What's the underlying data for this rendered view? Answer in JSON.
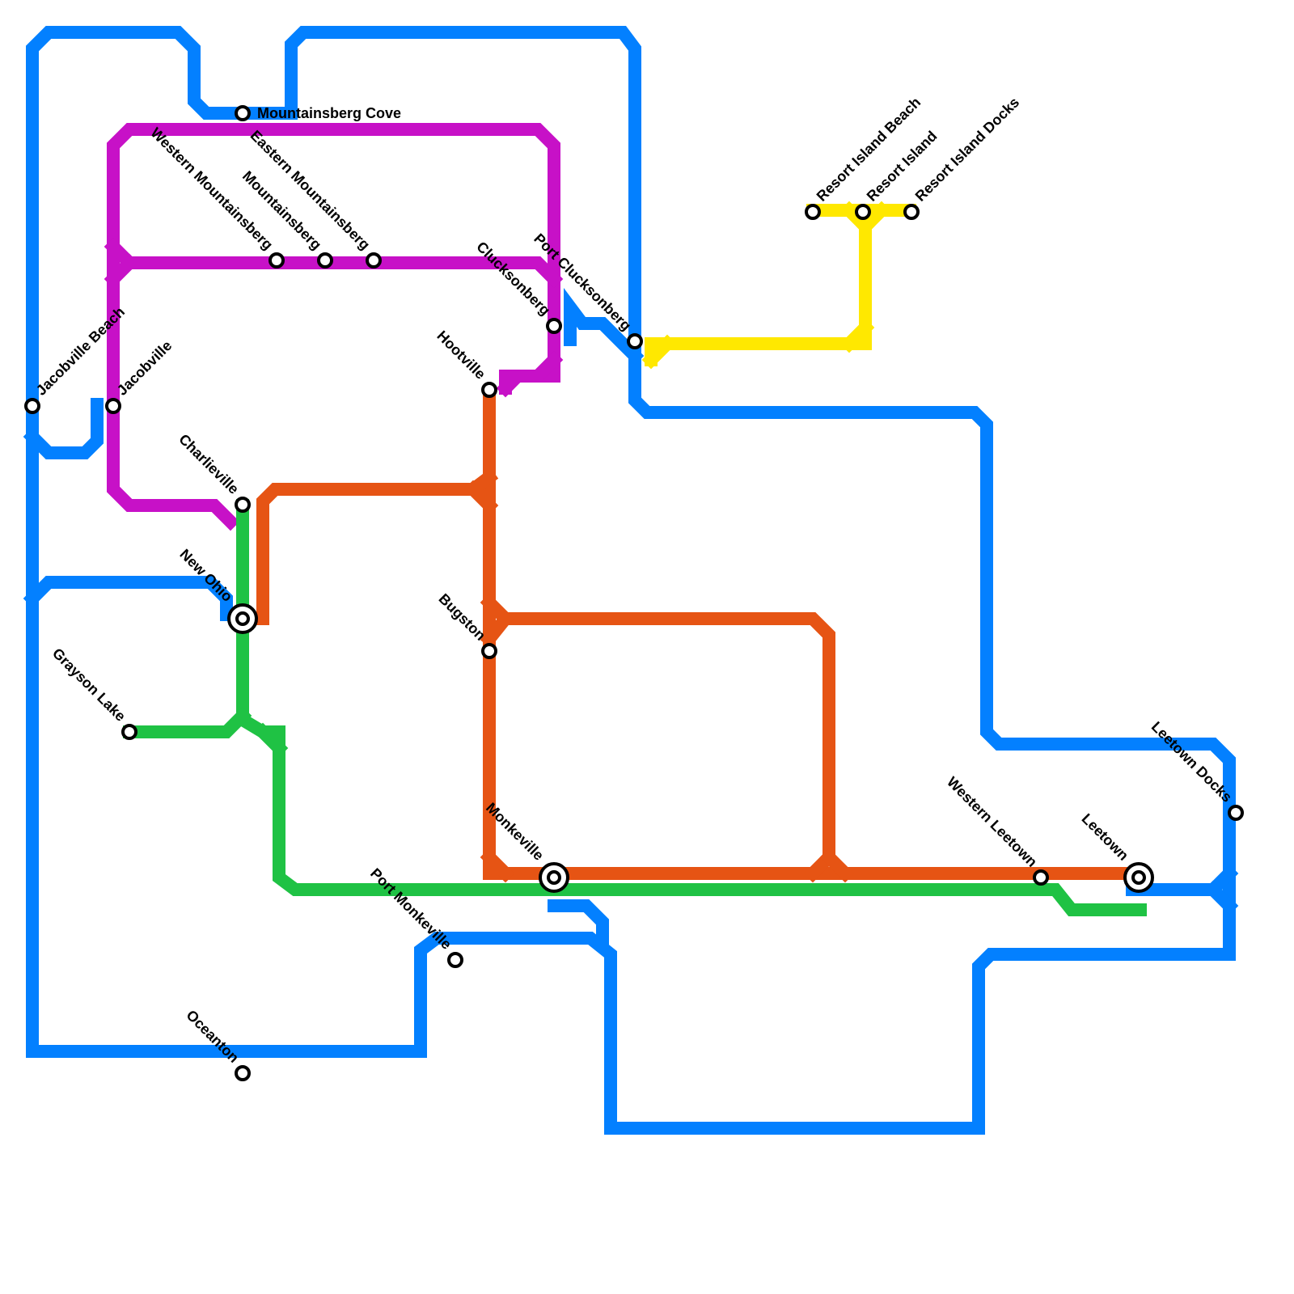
{
  "lines": [
    {
      "id": "blue",
      "color": "#0380FF"
    },
    {
      "id": "purple",
      "color": "#C711C7"
    },
    {
      "id": "orange",
      "color": "#E65414"
    },
    {
      "id": "green",
      "color": "#1FC244"
    },
    {
      "id": "yellow",
      "color": "#FFE800"
    }
  ],
  "stations": {
    "mountainsberg_cove": "Mountainsberg Cove",
    "western_mountainsberg": "Western Mountainsberg",
    "mountainsberg": "Mountainsberg",
    "eastern_mountainsberg": "Eastern Mountainsberg",
    "clucksonberg": "Clucksonberg",
    "port_clucksonberg": "Port Clucksonberg",
    "resort_island_beach": "Resort Island Beach",
    "resort_island": "Resort Island",
    "resort_island_docks": "Resort Island Docks",
    "jacobville_beach": "Jacobville Beach",
    "jacobville": "Jacobville",
    "hootville": "Hootville",
    "charlieville": "Charlieville",
    "new_ohio": "New Ohio",
    "bugston": "Bugston",
    "grayson_lake": "Grayson Lake",
    "monkeville": "Monkeville",
    "port_monkeville": "Port Monkeville",
    "western_leetown": "Western Leetown",
    "leetown": "Leetown",
    "leetown_docks": "Leetown Docks",
    "oceanton": "Oceanton"
  }
}
